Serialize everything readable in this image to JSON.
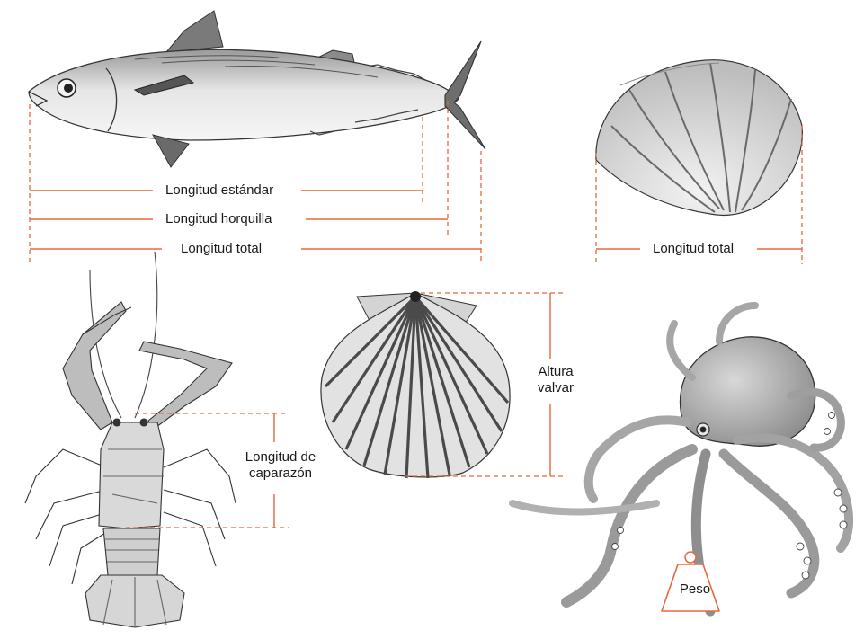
{
  "labels": {
    "fish_standard_length": "Longitud estándar",
    "fish_fork_length": "Longitud horquilla",
    "fish_total_length": "Longitud total",
    "clam_total_length": "Longitud total",
    "scallop_valve_height_line1": "Altura",
    "scallop_valve_height_line2": "valvar",
    "lobster_carapace_line1": "Longitud de",
    "lobster_carapace_line2": "caparazón",
    "octopus_weight": "Peso"
  },
  "colors": {
    "dimension_line": "#e8683a",
    "text": "#1a1a1a",
    "illustration_ink": "#3a3a3a"
  }
}
